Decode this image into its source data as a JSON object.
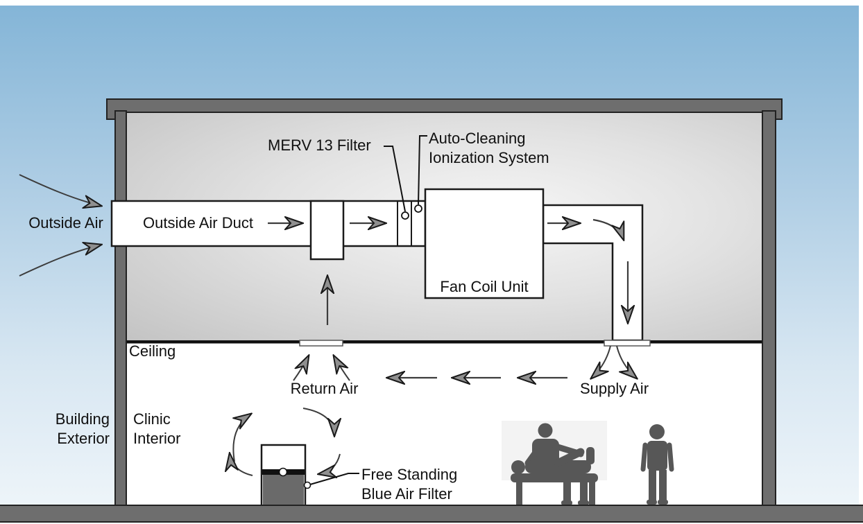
{
  "diagram": {
    "title": "Clinic HVAC air flow cross-section",
    "type": "building-section-schematic"
  },
  "labels": {
    "outside_air": "Outside Air",
    "outside_air_duct": "Outside Air Duct",
    "merv_filter": "MERV 13 Filter",
    "ionization_line1": "Auto-Cleaning",
    "ionization_line2": "Ionization System",
    "fan_coil_unit": "Fan Coil Unit",
    "ceiling": "Ceiling",
    "building_exterior_line1": "Building",
    "building_exterior_line2": "Exterior",
    "clinic_interior_line1": "Clinic",
    "clinic_interior_line2": "Interior",
    "return_air": "Return Air",
    "supply_air": "Supply Air",
    "free_standing_line1": "Free Standing",
    "free_standing_line2": "Blue Air Filter"
  },
  "palette": {
    "sky_top": "#84b5d7",
    "sky_bottom": "#eef5fa",
    "structure_gray": "#6e6e6e",
    "plenum_light": "#f5f5f5",
    "plenum_dark": "#c5c5c5",
    "outline_black": "#1a1a1a",
    "arrow_fill": "#8f8f8f",
    "figure_gray": "#575757",
    "filter_base_gray": "#6a6a6a"
  }
}
